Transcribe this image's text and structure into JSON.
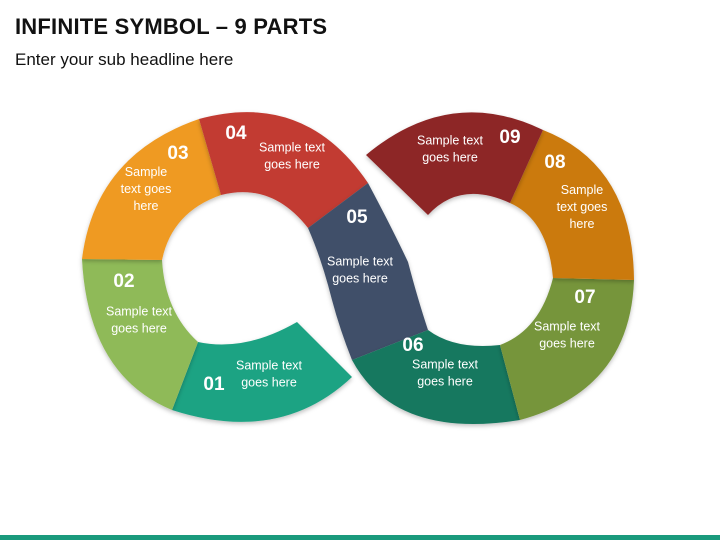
{
  "header": {
    "title": "INFINITE SYMBOL – 9 PARTS",
    "subtitle": "Enter your sub headline here"
  },
  "segments": [
    {
      "number": "01",
      "lines": [
        "Sample text",
        "goes here"
      ],
      "color": "#1fa383"
    },
    {
      "number": "02",
      "lines": [
        "Sample text",
        "goes here"
      ],
      "color": "#8fba59"
    },
    {
      "number": "03",
      "lines": [
        "Sample",
        "text goes",
        "here"
      ],
      "color": "#ef9a22"
    },
    {
      "number": "04",
      "lines": [
        "Sample text",
        "goes here"
      ],
      "color": "#c23b30"
    },
    {
      "number": "05",
      "lines": [
        "Sample text",
        "goes here"
      ],
      "color": "#3f5069"
    },
    {
      "number": "06",
      "lines": [
        "Sample text",
        "goes here"
      ],
      "color": "#17785f"
    },
    {
      "number": "07",
      "lines": [
        "Sample text",
        "goes here"
      ],
      "color": "#76953b"
    },
    {
      "number": "08",
      "lines": [
        "Sample",
        "text goes",
        "here"
      ],
      "color": "#cb7a10"
    },
    {
      "number": "09",
      "lines": [
        "Sample text",
        "goes here"
      ],
      "color": "#8d2525"
    }
  ],
  "accent_color": "#1a9a7c"
}
